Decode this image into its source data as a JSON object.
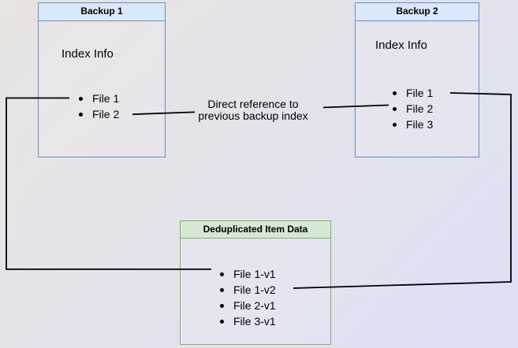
{
  "diagram": {
    "backup1": {
      "title": "Backup 1",
      "subtitle": "Index Info",
      "items": [
        "File 1",
        "File 2"
      ]
    },
    "backup2": {
      "title": "Backup 2",
      "subtitle": "Index Info",
      "items": [
        "File 1",
        "File 2",
        "File 3"
      ]
    },
    "dedup": {
      "title": "Deduplicated Item Data",
      "items": [
        "File 1-v1",
        "File 1-v2",
        "File 2-v1",
        "File 3-v1"
      ]
    },
    "annotation": {
      "line1": "Direct reference to",
      "line2": "previous backup index"
    },
    "colors": {
      "blue_header_fill": "#dae8fc",
      "blue_border": "#6c8ebf",
      "green_header_fill": "#d5e8d4",
      "green_border": "#82b366",
      "arrow": "#000000"
    }
  }
}
